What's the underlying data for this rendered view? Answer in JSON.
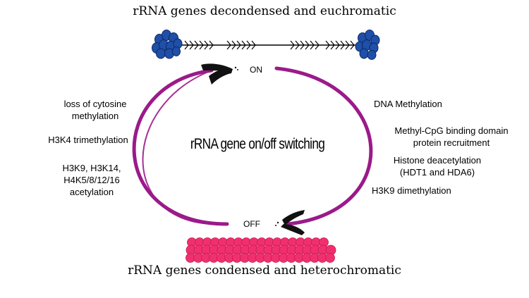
{
  "top_title": "rRNA genes decondensed and euchromatic",
  "bottom_title": "rRNA genes condensed and heterochromatic",
  "center_label": "rRNA gene on/off switching",
  "state_on": "ON",
  "state_off": "OFF",
  "left_labels": {
    "cytosine_1": "loss of cytosine",
    "cytosine_2": "methylation",
    "h3k4": "H3K4 trimethylation",
    "acet_1": "H3K9, H3K14,",
    "acet_2": "H4K5/8/12/16",
    "acet_3": "acetylation"
  },
  "right_labels": {
    "dna_methylation": "DNA Methylation",
    "mbd_1": "Methyl-CpG binding domain",
    "mbd_2": "protein recruitment",
    "hdac_1": "Histone deacetylation",
    "hdac_2": "(HDT1 and HDA6)",
    "h3k9": "H3K9 dimethylation"
  },
  "colors": {
    "arrow_arc": "#9b1a8a",
    "euchromatin_nucleosome": "#1f4fa8",
    "heterochromatin_nucleosome": "#f0306e",
    "dna_strand": "#000000"
  }
}
